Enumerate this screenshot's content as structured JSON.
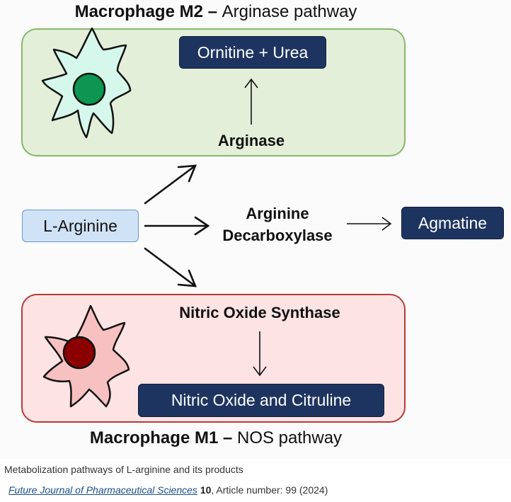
{
  "figure": {
    "top_title": {
      "bold": "Macrophage M2",
      "dash": " – ",
      "rest": "Arginase pathway"
    },
    "bottom_title": {
      "bold": "Macrophage M1",
      "dash": " – ",
      "rest": "NOS pathway"
    },
    "m2_product": "Ornitine + Urea",
    "m2_enzyme": "Arginase",
    "substrate": "L-Arginine",
    "middle_enzyme_line1": "Arginine",
    "middle_enzyme_line2": "Decarboxylase",
    "middle_product": "Agmatine",
    "m1_enzyme": "Nitric Oxide Synthase",
    "m1_product": "Nitric Oxide and Citruline",
    "colors": {
      "m2_panel": "#e4efd9",
      "m1_panel": "#fde3e3",
      "m2_cell": "#d6f7ec",
      "m2_nucleus": "#0c9651",
      "m1_cell": "#f8c1c1",
      "m1_nucleus": "#8a0000",
      "dark_box": "#1e3460",
      "substrate_box": "#cfe2f6"
    },
    "icons": [
      "macrophage-m2-icon",
      "macrophage-m1-icon"
    ]
  },
  "caption": "Metabolization pathways of L-arginine and its products",
  "citation": {
    "journal": "Future Journal of Pharmaceutical Sciences",
    "volume": "10",
    "article": ", Article number: 99 (2024)"
  }
}
